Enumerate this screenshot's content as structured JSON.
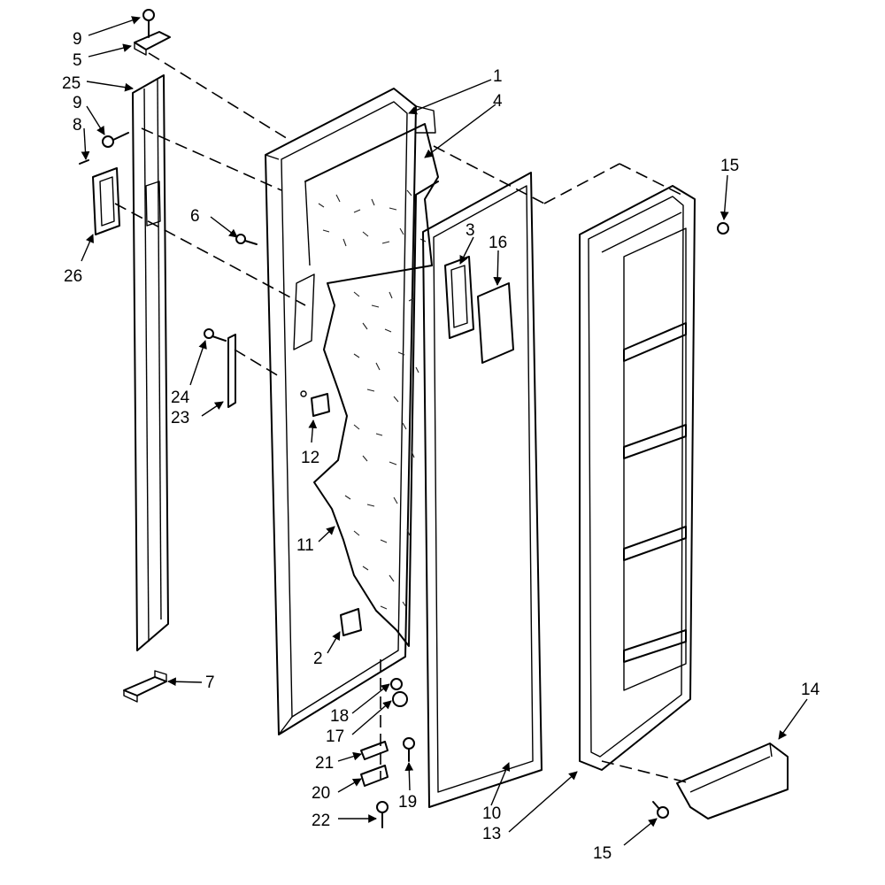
{
  "diagram": {
    "callouts": [
      {
        "id": "c9a",
        "text": "9"
      },
      {
        "id": "c5",
        "text": "5"
      },
      {
        "id": "c25",
        "text": "25"
      },
      {
        "id": "c9b",
        "text": "9"
      },
      {
        "id": "c8",
        "text": "8"
      },
      {
        "id": "c26",
        "text": "26"
      },
      {
        "id": "c6",
        "text": "6"
      },
      {
        "id": "c24",
        "text": "24"
      },
      {
        "id": "c23",
        "text": "23"
      },
      {
        "id": "c12",
        "text": "12"
      },
      {
        "id": "c11",
        "text": "11"
      },
      {
        "id": "c2",
        "text": "2"
      },
      {
        "id": "c7",
        "text": "7"
      },
      {
        "id": "c18",
        "text": "18"
      },
      {
        "id": "c17",
        "text": "17"
      },
      {
        "id": "c21",
        "text": "21"
      },
      {
        "id": "c20",
        "text": "20"
      },
      {
        "id": "c22",
        "text": "22"
      },
      {
        "id": "c19",
        "text": "19"
      },
      {
        "id": "c1",
        "text": "1"
      },
      {
        "id": "c4",
        "text": "4"
      },
      {
        "id": "c3",
        "text": "3"
      },
      {
        "id": "c16",
        "text": "16"
      },
      {
        "id": "c10",
        "text": "10"
      },
      {
        "id": "c13",
        "text": "13"
      },
      {
        "id": "c15a",
        "text": "15"
      },
      {
        "id": "c14",
        "text": "14"
      },
      {
        "id": "c15b",
        "text": "15"
      }
    ]
  }
}
